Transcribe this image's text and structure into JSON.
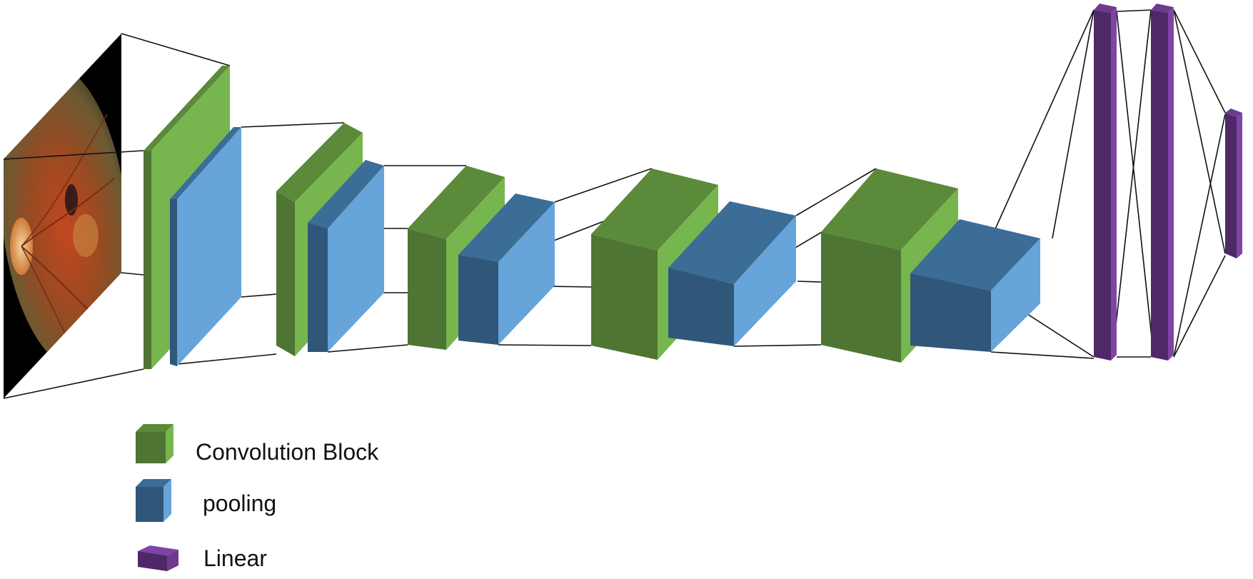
{
  "colors": {
    "conv_front": "#4e7533",
    "conv_side": "#77b64e",
    "conv_top": "#5a8a3a",
    "pool_front": "#30567a",
    "pool_side": "#67a4da",
    "pool_top": "#3b6d97",
    "linear_front": "#4f2868",
    "linear_side": "#7e44a6",
    "linear_top": "#6d3a90",
    "connector": "#111111"
  },
  "legend": {
    "items": [
      {
        "key": "conv",
        "label": "Convolution Block",
        "icon": "green-cube-icon"
      },
      {
        "key": "pool",
        "label": "pooling",
        "icon": "blue-cube-icon"
      },
      {
        "key": "linear",
        "label": "Linear",
        "icon": "purple-slab-icon"
      }
    ]
  },
  "input": {
    "image": "fundus-retina-image"
  }
}
